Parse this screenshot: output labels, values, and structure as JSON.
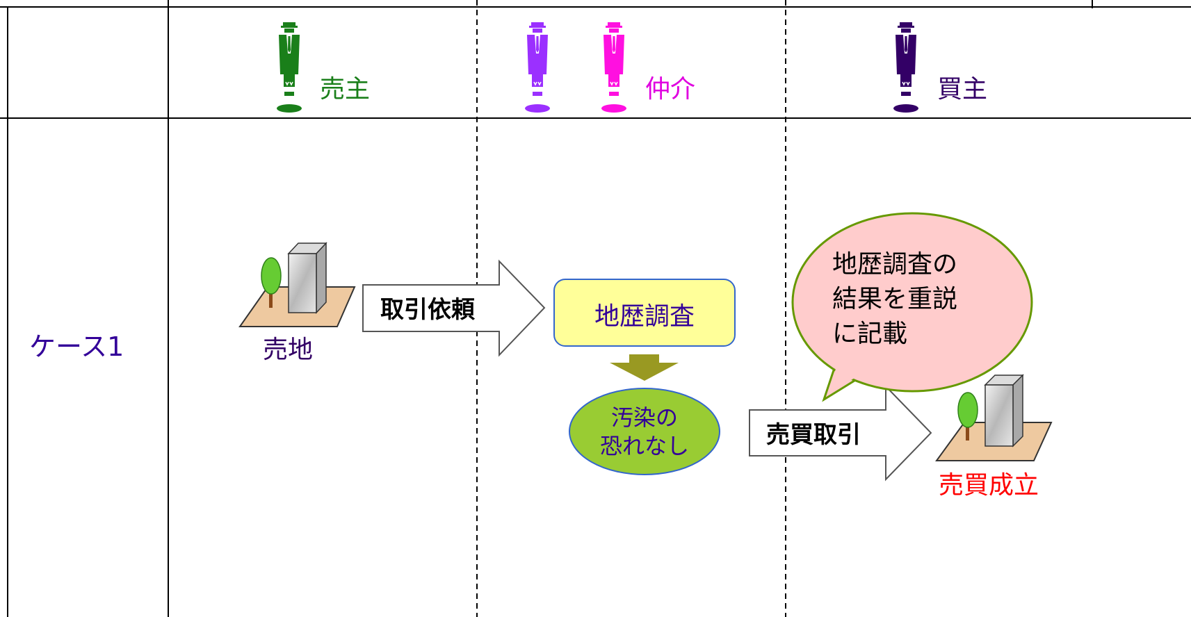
{
  "header": {
    "seller_label": "売主",
    "broker_label": "仲介",
    "buyer_label": "買主"
  },
  "row": {
    "case_label": "ケース1"
  },
  "flow": {
    "property_label": "売地",
    "request_arrow_label": "取引依頼",
    "survey_box_label": "地歴調査",
    "result_lines": [
      "汚染の",
      "恐れなし"
    ],
    "trade_arrow_label": "売買取引",
    "completion_label": "売買成立"
  },
  "callout": {
    "lines": [
      "地歴調査の",
      "結果を重説",
      "に記載"
    ]
  },
  "colors": {
    "seller": "#1a7f1a",
    "broker_a": "#9b30ff",
    "broker_b": "#ff10e0",
    "broker_text": "#e000e0",
    "buyer": "#330066",
    "case_text": "#330099",
    "survey_fill": "#ffff99",
    "result_fill": "#99cc33",
    "down_arrow": "#999922",
    "callout_fill": "#ffcccc",
    "callout_stroke": "#669900",
    "completion_text": "#ff0000",
    "site_fill": "#eec9a0"
  },
  "icons": [
    "person-icon",
    "building-with-tree-icon",
    "speech-bubble"
  ]
}
